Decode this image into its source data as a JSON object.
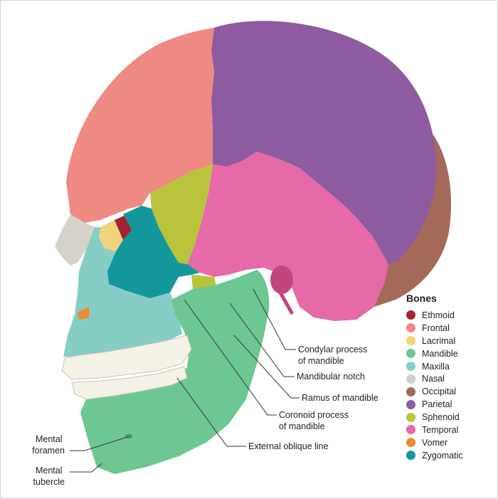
{
  "callouts": [
    {
      "id": "condylar",
      "lines": [
        "Condylar process",
        "of mandible"
      ]
    },
    {
      "id": "mandibular-notch",
      "lines": [
        "Mandibular notch"
      ]
    },
    {
      "id": "ramus",
      "lines": [
        "Ramus of mandible"
      ]
    },
    {
      "id": "coronoid",
      "lines": [
        "Coronoid process",
        "of mandible"
      ]
    },
    {
      "id": "external-oblique",
      "lines": [
        "External oblique line"
      ]
    },
    {
      "id": "mental-foramen",
      "lines": [
        "Mental",
        "foramen"
      ]
    },
    {
      "id": "mental-tubercle",
      "lines": [
        "Mental",
        "tubercle"
      ]
    }
  ],
  "legend": {
    "title": "Bones",
    "items": [
      {
        "label": "Ethmoid",
        "color": "#a3222f"
      },
      {
        "label": "Frontal",
        "color": "#ef8a82"
      },
      {
        "label": "Lacrimal",
        "color": "#f2d27a"
      },
      {
        "label": "Mandible",
        "color": "#6cc792"
      },
      {
        "label": "Maxilla",
        "color": "#86cdc6"
      },
      {
        "label": "Nasal",
        "color": "#cfcfcf"
      },
      {
        "label": "Occipital",
        "color": "#a5695a"
      },
      {
        "label": "Parietal",
        "color": "#8e5aa0"
      },
      {
        "label": "Sphenoid",
        "color": "#b9c43a"
      },
      {
        "label": "Temporal",
        "color": "#e66aa8"
      },
      {
        "label": "Vomer",
        "color": "#f08a2a"
      },
      {
        "label": "Zygomatic",
        "color": "#14979b"
      }
    ]
  }
}
